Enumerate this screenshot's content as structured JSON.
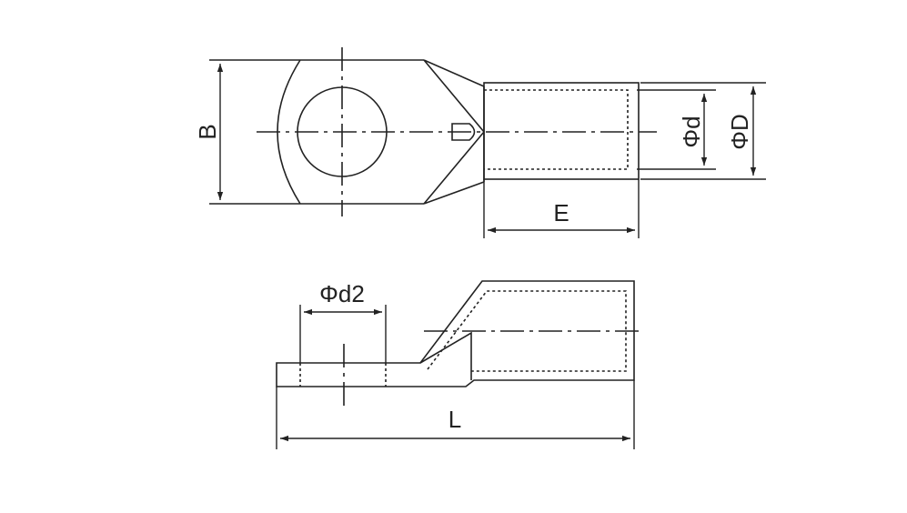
{
  "colors": {
    "line": "#222222",
    "background": "#ffffff"
  },
  "labels": {
    "B": "B",
    "phi_d": "Φd",
    "phi_D": "ΦD",
    "E": "E",
    "phi_d2": "Φd2",
    "L": "L"
  }
}
